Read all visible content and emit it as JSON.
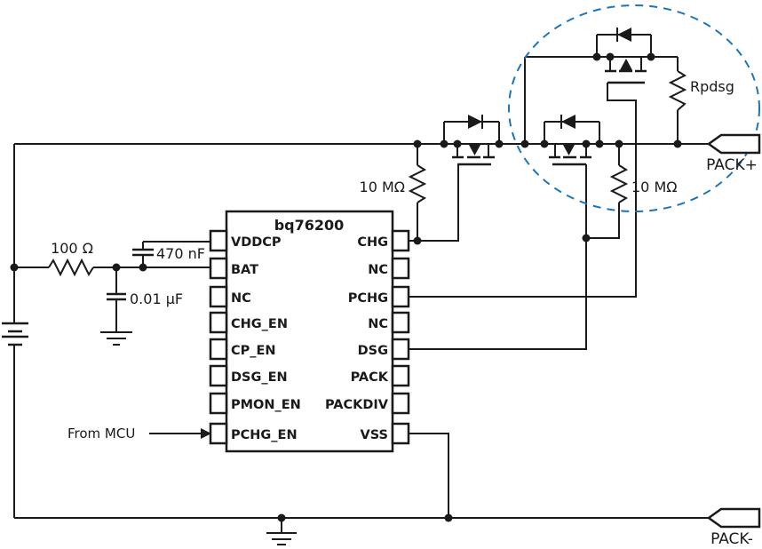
{
  "ic": {
    "title": "bq76200",
    "left_pins": [
      "VDDCP",
      "BAT",
      "NC",
      "CHG_EN",
      "CP_EN",
      "DSG_EN",
      "PMON_EN",
      "PCHG_EN"
    ],
    "right_pins": [
      "CHG",
      "NC",
      "PCHG",
      "NC",
      "DSG",
      "PACK",
      "PACKDIV",
      "VSS"
    ]
  },
  "components": {
    "series_resistor": "100 Ω",
    "vddcp_cap": "470 nF",
    "bat_cap": "0.01 µF",
    "chg_pulldown": "10 MΩ",
    "dsg_pulldown": "10 MΩ",
    "precharge_resistor": "Rpdsg"
  },
  "annotations": {
    "from_mcu": "From MCU",
    "pack_positive": "PACK+",
    "pack_negative": "PACK-"
  },
  "colors": {
    "wire": "#1a1a1a",
    "highlight_dashed": "#1b75bc",
    "background": "#ffffff"
  }
}
